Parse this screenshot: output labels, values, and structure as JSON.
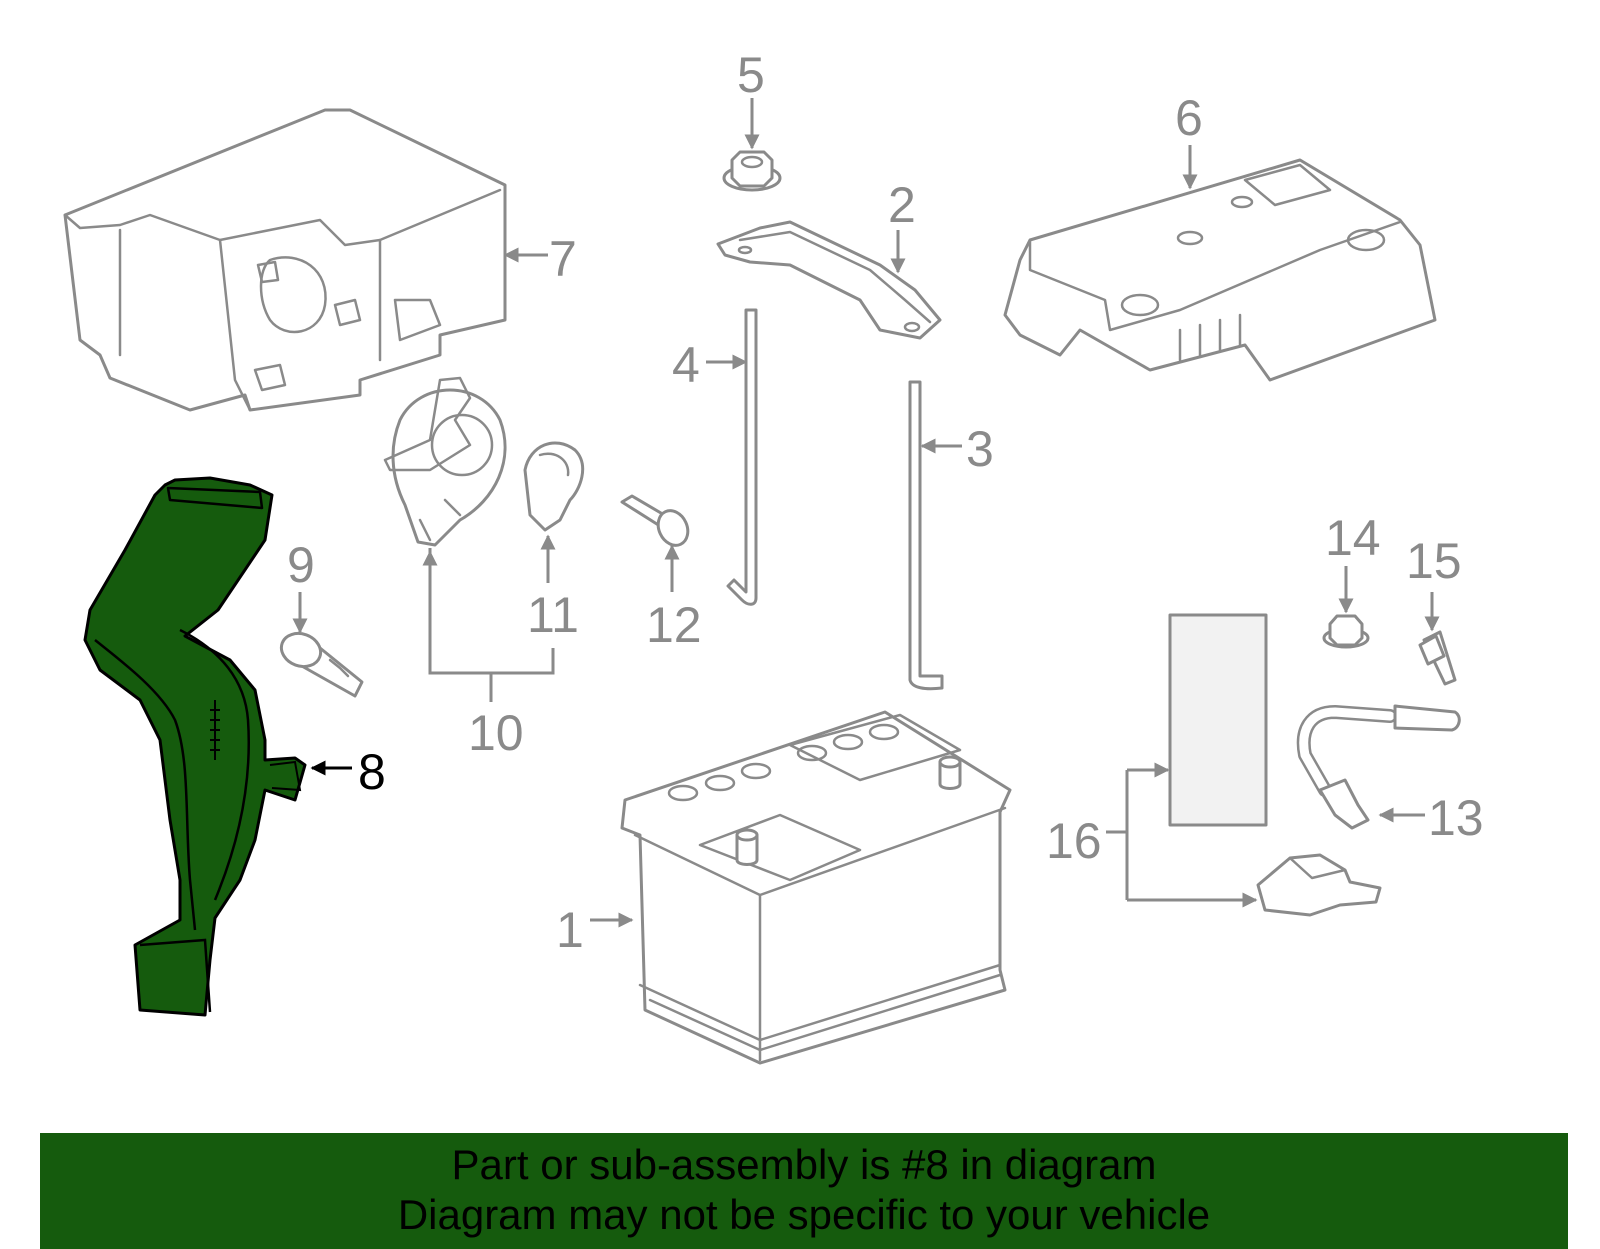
{
  "diagram": {
    "highlight_color": "#155b0d",
    "line_color": "#8a8a8a",
    "highlighted_part": "8",
    "callouts": [
      {
        "id": "c1",
        "label": "1"
      },
      {
        "id": "c2",
        "label": "2"
      },
      {
        "id": "c3",
        "label": "3"
      },
      {
        "id": "c4",
        "label": "4"
      },
      {
        "id": "c5",
        "label": "5"
      },
      {
        "id": "c6",
        "label": "6"
      },
      {
        "id": "c7",
        "label": "7"
      },
      {
        "id": "c8",
        "label": "8"
      },
      {
        "id": "c9",
        "label": "9"
      },
      {
        "id": "c10",
        "label": "10"
      },
      {
        "id": "c11",
        "label": "11"
      },
      {
        "id": "c12",
        "label": "12"
      },
      {
        "id": "c13",
        "label": "13"
      },
      {
        "id": "c14",
        "label": "14"
      },
      {
        "id": "c15",
        "label": "15"
      },
      {
        "id": "c16",
        "label": "16"
      }
    ]
  },
  "banner": {
    "background": "#155b0d",
    "line1": "Part or sub-assembly is #8 in diagram",
    "line2": "Diagram may not be specific to your vehicle"
  }
}
